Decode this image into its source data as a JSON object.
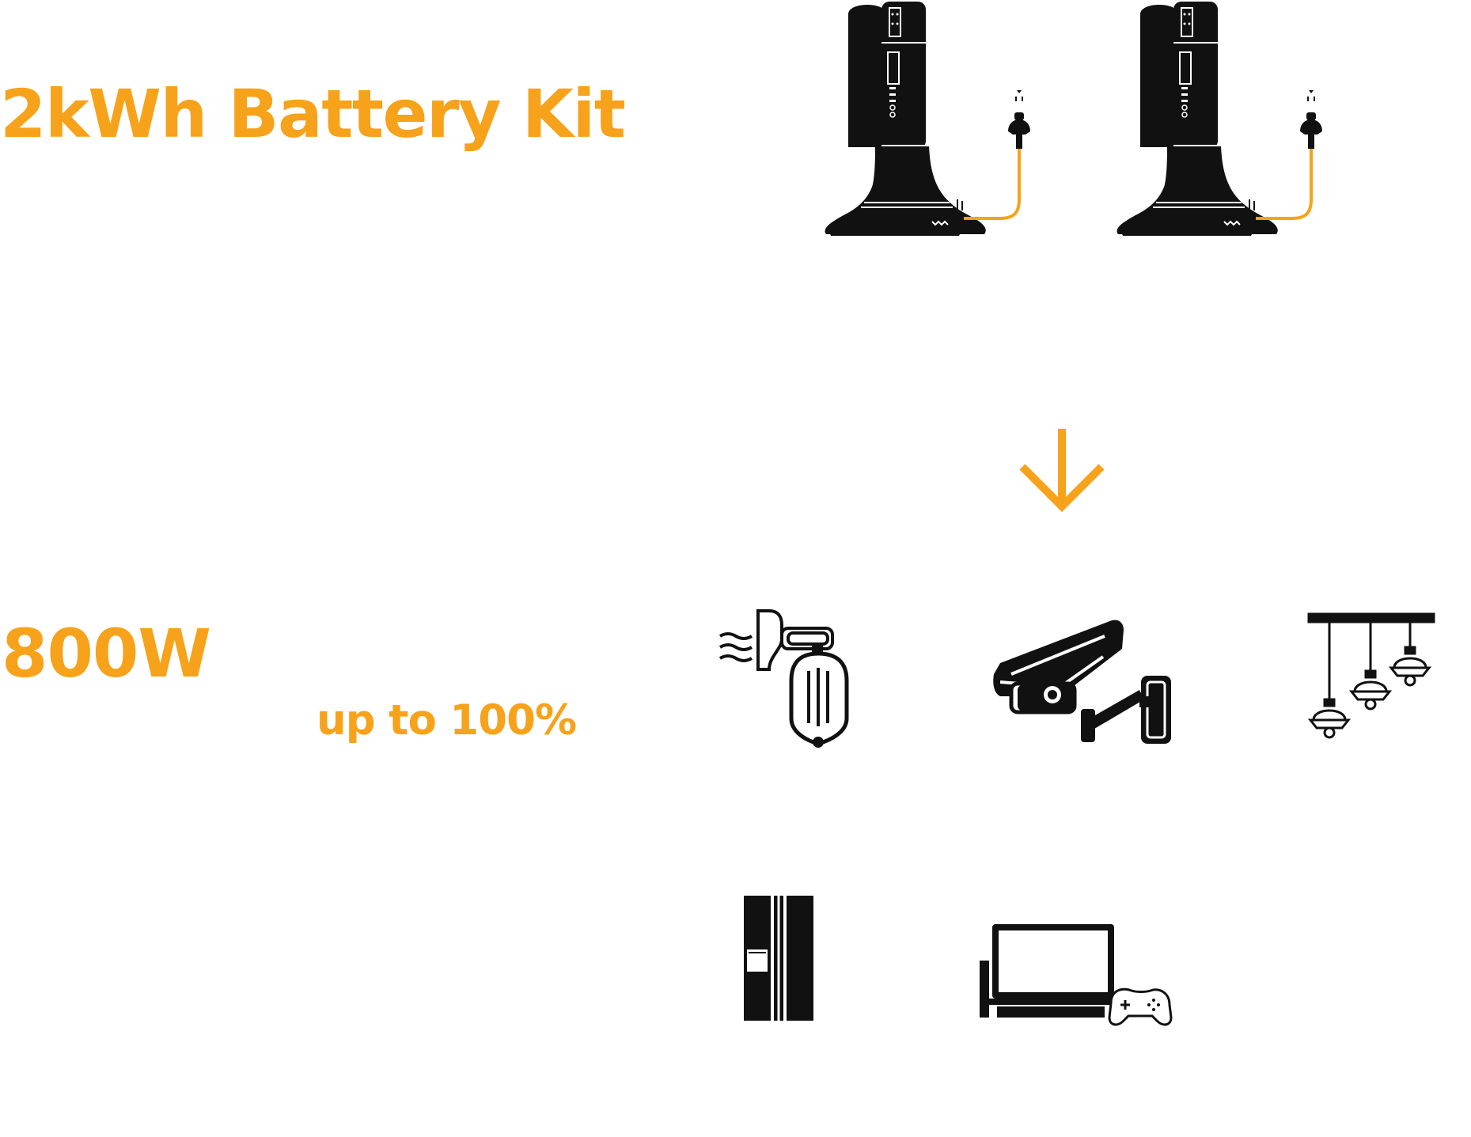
{
  "title": "2kWh Battery Kit",
  "power_rating": "800W",
  "efficiency": "up to 100%",
  "colors": {
    "accent": "#f7a21b",
    "icon": "#111111",
    "background": "#ffffff"
  },
  "battery_units": [
    {
      "icon": "battery-tower-icon"
    },
    {
      "icon": "battery-tower-icon"
    }
  ],
  "flow_icon": "arrow-down-icon",
  "appliances": [
    {
      "icon": "air-conditioner-icon"
    },
    {
      "icon": "security-camera-icon"
    },
    {
      "icon": "pendant-lights-icon"
    },
    {
      "icon": "refrigerator-icon"
    },
    {
      "icon": "tv-game-console-icon"
    }
  ]
}
